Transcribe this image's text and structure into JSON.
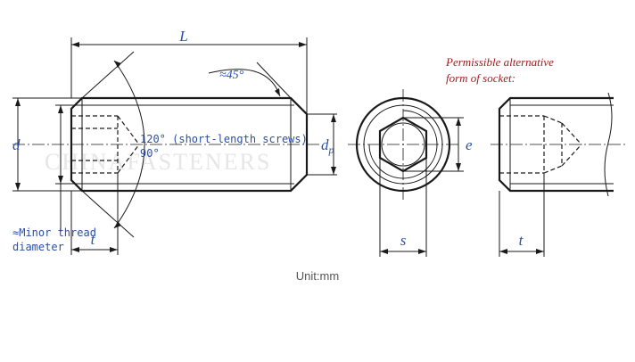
{
  "labels": {
    "length": "L",
    "chamfer_angle": "≈45°",
    "cone_angle_short": "120° (short-length screws)",
    "cone_angle": "90°",
    "major_diameter": "d",
    "point_diameter_d": "d",
    "point_diameter_sub": "p",
    "socket_depth": "t",
    "socket_depth_alt": "t",
    "across_flats": "s",
    "across_corners": "e",
    "minor_thread_line1": "≈Minor thread",
    "minor_thread_line2": "diameter",
    "alt_socket_line1": "Permissible alternative",
    "alt_socket_line2": "form of socket:"
  },
  "watermark": "CHINAFASTENERS",
  "footer": {
    "unit": "Unit:mm"
  }
}
